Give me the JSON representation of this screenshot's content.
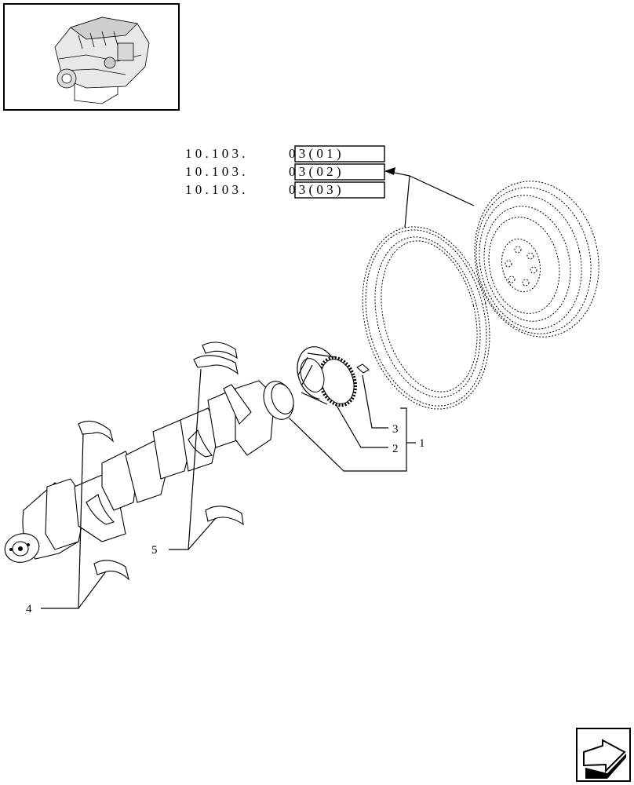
{
  "references": [
    {
      "prefix": "1 0 . 1 0 3 .",
      "boxed": "0 3 ( 0 1 )"
    },
    {
      "prefix": "1 0 . 1 0 3 .",
      "boxed": "0 3 ( 0 2 )"
    },
    {
      "prefix": "1 0 . 1 0 3 .",
      "boxed": "0 3 ( 0 3 )"
    }
  ],
  "callouts": {
    "c1": "1",
    "c2": "2",
    "c3": "3",
    "c4": "4",
    "c5": "5"
  },
  "icons": {
    "thumbnail": "engine-thumbnail-icon",
    "nav": "next-page-arrow-icon"
  }
}
